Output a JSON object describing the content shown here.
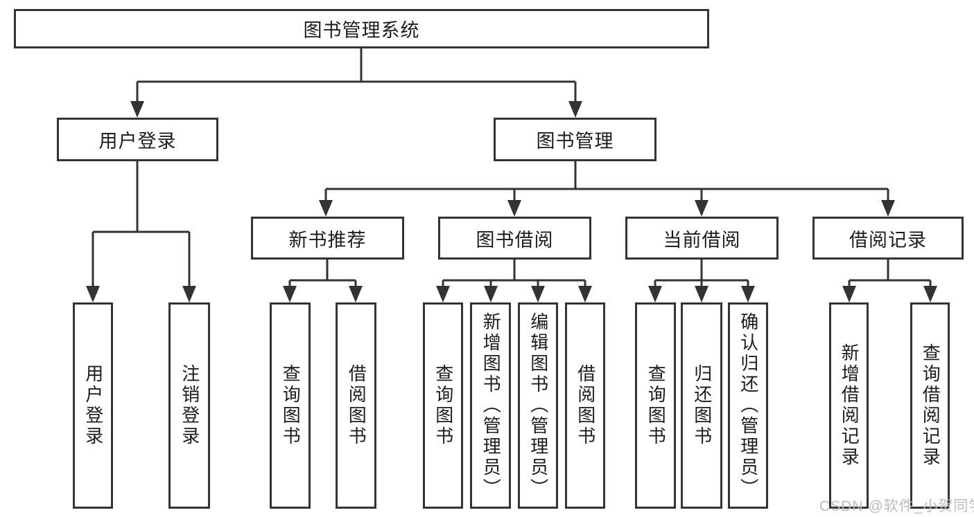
{
  "tree": {
    "root": "图书管理系统",
    "children": [
      {
        "label": "用户登录",
        "children": [
          "用户登录",
          "注销登录"
        ]
      },
      {
        "label": "图书管理",
        "children": [
          {
            "label": "新书推荐",
            "children": [
              "查询图书",
              "借阅图书"
            ]
          },
          {
            "label": "图书借阅",
            "children": [
              "查询图书",
              "新增图书（管理员）",
              "编辑图书（管理员）",
              "借阅图书"
            ]
          },
          {
            "label": "当前借阅",
            "children": [
              "查询图书",
              "归还图书",
              "确认归还（管理员）"
            ]
          },
          {
            "label": "借阅记录",
            "children": [
              "新增借阅记录",
              "查询借阅记录"
            ]
          }
        ]
      }
    ]
  },
  "watermark": "CSDN @软件_小贺同学",
  "colors": {
    "line": "#333333",
    "text": "#1c1c1c",
    "watermark": "#bcbcbc",
    "background": "#ffffff"
  }
}
